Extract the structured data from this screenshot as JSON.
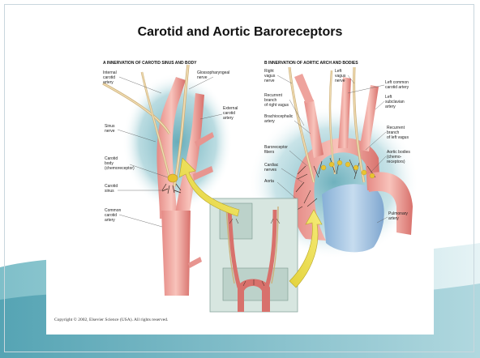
{
  "slide": {
    "title": "Carotid and Aortic Baroreceptors"
  },
  "figure": {
    "panel_a": {
      "heading": "A  INNERVATION OF CAROTID SINUS AND BODY",
      "labels": {
        "internal_carotid": [
          "Internal",
          "carotid",
          "artery"
        ],
        "glossopharyngeal": [
          "Glossopharyngeal",
          "nerve"
        ],
        "external_carotid": [
          "External",
          "carotid",
          "artery"
        ],
        "sinus_nerve": [
          "Sinus",
          "nerve"
        ],
        "carotid_body": [
          "Carotid",
          "body",
          "(chemoreceptor)"
        ],
        "carotid_sinus": [
          "Carotid",
          "sinus"
        ],
        "common_carotid": [
          "Common",
          "carotid",
          "artery"
        ]
      }
    },
    "panel_b": {
      "heading": "B  INNERVATION OF AORTIC ARCH AND BODIES",
      "labels": {
        "right_vagus": [
          "Right",
          "vagus",
          "nerve"
        ],
        "left_vagus": [
          "Left",
          "vagus",
          "nerve"
        ],
        "left_common_carotid": [
          "Left common",
          "carotid artery"
        ],
        "recurrent_right": [
          "Recurrent",
          "branch",
          "of right vagus"
        ],
        "left_subclavian": [
          "Left",
          "subclavian",
          "artery"
        ],
        "brachiocephalic": [
          "Brachiocephalic",
          "artery"
        ],
        "recurrent_left": [
          "Recurrent",
          "branch",
          "of left vagus"
        ],
        "baroreceptor_fibers": [
          "Baroreceptor",
          "fibers"
        ],
        "aortic_bodies": [
          "Aortic bodies",
          "(chemo-",
          "receptors)"
        ],
        "cardiac_nerves": [
          "Cardiac",
          "nerves"
        ],
        "aorta": [
          "Aorta"
        ],
        "pulmonary_artery": [
          "Pulmonary",
          "artery"
        ]
      }
    },
    "copyright": "Copyright © 2002, Elsevier Science (USA). All rights reserved."
  },
  "colors": {
    "accent_teal": "#5fa8b6",
    "artery": "#f1a8a0",
    "artery_dark": "#d8716c",
    "nerve": "#e8cfa0",
    "pulmonary": "#a9c9e6"
  }
}
